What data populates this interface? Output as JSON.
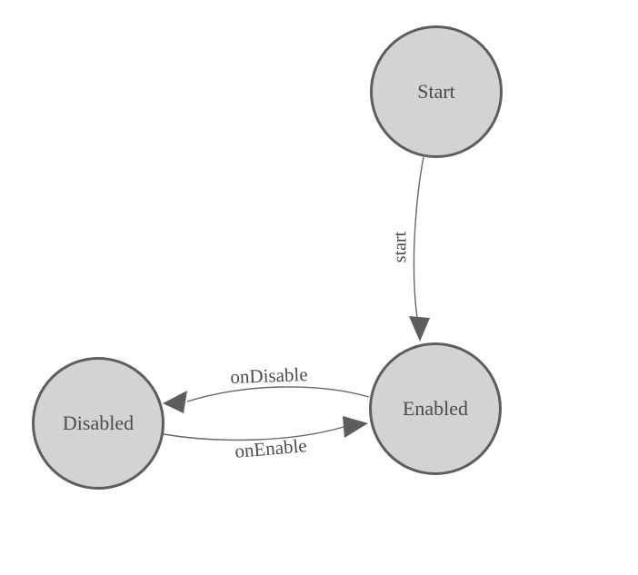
{
  "diagram": {
    "type": "state-machine",
    "nodes": [
      {
        "id": "start",
        "label": "Start"
      },
      {
        "id": "enabled",
        "label": "Enabled"
      },
      {
        "id": "disabled",
        "label": "Disabled"
      }
    ],
    "edges": [
      {
        "from": "start",
        "to": "enabled",
        "label": "start"
      },
      {
        "from": "enabled",
        "to": "disabled",
        "label": "onDisable"
      },
      {
        "from": "disabled",
        "to": "enabled",
        "label": "onEnable"
      }
    ],
    "colors": {
      "background": "#ffffff",
      "node_fill": "#d3d3d3",
      "node_border": "#5d5d5d",
      "edge_stroke": "#666666",
      "arrow_fill": "#5d5d5d",
      "label_text": "#4b4b4b"
    }
  }
}
